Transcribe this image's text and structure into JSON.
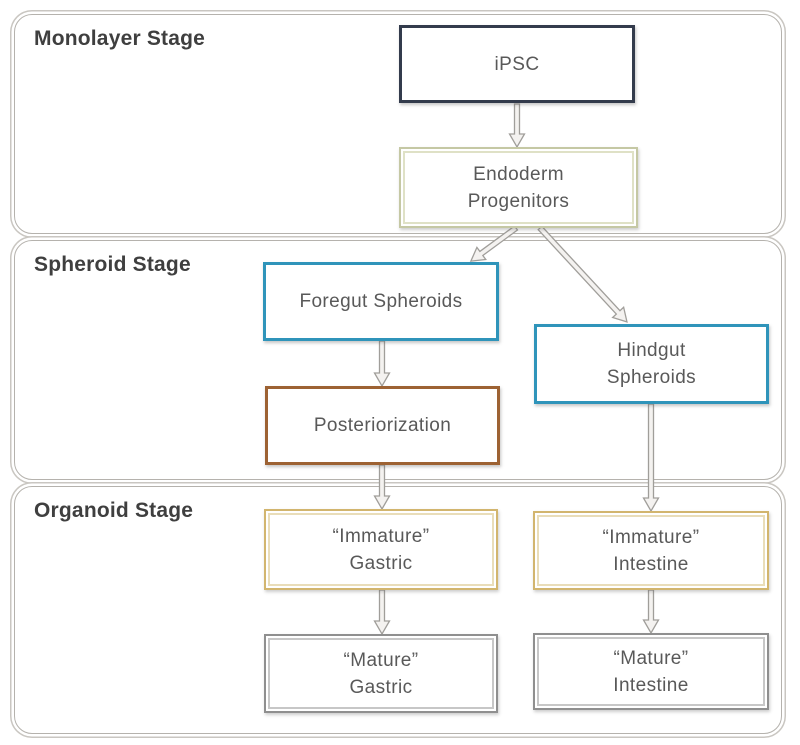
{
  "stages": {
    "monolayer": {
      "label": "Monolayer Stage"
    },
    "spheroid": {
      "label": "Spheroid Stage"
    },
    "organoid": {
      "label": "Organoid Stage"
    }
  },
  "nodes": {
    "ipsc": {
      "label": "iPSC"
    },
    "endoderm_progenitors": {
      "lines": [
        "Endoderm",
        "Progenitors"
      ]
    },
    "foregut_spheroids": {
      "label": "Foregut Spheroids"
    },
    "hindgut_spheroids": {
      "lines": [
        "Hindgut",
        "Spheroids"
      ]
    },
    "posteriorization": {
      "label": "Posteriorization"
    },
    "immature_gastric": {
      "lines": [
        "“Immature”",
        "Gastric"
      ]
    },
    "immature_intestine": {
      "lines": [
        "“Immature”",
        "Intestine"
      ]
    },
    "mature_gastric": {
      "lines": [
        "“Mature”",
        "Gastric"
      ]
    },
    "mature_intestine": {
      "lines": [
        "“Mature”",
        "Intestine"
      ]
    }
  },
  "edges": [
    {
      "from": "ipsc",
      "to": "endoderm_progenitors"
    },
    {
      "from": "endoderm_progenitors",
      "to": "foregut_spheroids"
    },
    {
      "from": "endoderm_progenitors",
      "to": "hindgut_spheroids"
    },
    {
      "from": "foregut_spheroids",
      "to": "posteriorization"
    },
    {
      "from": "posteriorization",
      "to": "immature_gastric"
    },
    {
      "from": "hindgut_spheroids",
      "to": "immature_intestine"
    },
    {
      "from": "immature_gastric",
      "to": "mature_gastric"
    },
    {
      "from": "immature_intestine",
      "to": "mature_intestine"
    }
  ],
  "colors": {
    "ipsc_border": "#333b4c",
    "endoderm_border": "#c5c8a4",
    "spheroid_box_border": "#2f94ba",
    "posteriorization_border": "#9d6233",
    "immature_border": "#d2b56e",
    "mature_border": "#8f8f8f",
    "stage_container_border": "#b5b2ad",
    "arrow_outline": "#a09e9a",
    "node_text": "#595959",
    "stage_title_text": "#3f3f3f"
  }
}
